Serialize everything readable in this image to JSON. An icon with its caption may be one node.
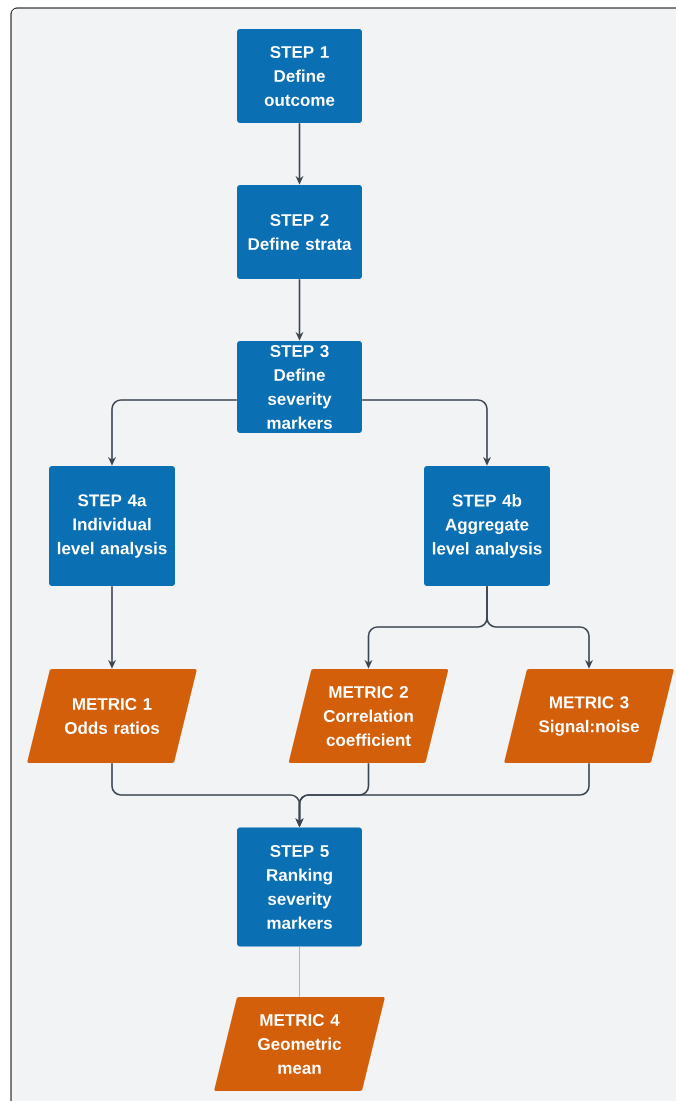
{
  "diagram": {
    "nodes": [
      {
        "text": [
          "STEP 1",
          "Define outcome"
        ]
      },
      {
        "text": [
          "STEP 2",
          "Define strata"
        ]
      },
      {
        "text": [
          "STEP 3",
          "Define severity markers"
        ]
      },
      {
        "text": [
          "STEP 4a",
          "Individual level analysis"
        ]
      },
      {
        "text": [
          "STEP 4b",
          "Aggregate level analysis"
        ]
      },
      {
        "text": [
          "METRIC 1",
          "Odds ratios"
        ]
      },
      {
        "text": [
          "METRIC 2",
          "Correlation coefficient"
        ]
      },
      {
        "text": [
          "METRIC 3",
          "Signal:noise"
        ]
      },
      {
        "text": [
          "STEP 5",
          "Ranking severity markers"
        ]
      },
      {
        "text": [
          "METRIC 4",
          "Geometric mean"
        ]
      }
    ],
    "edges": [
      {
        "from": 0,
        "to": 1,
        "arrow": "to"
      },
      {
        "from": 1,
        "to": 2,
        "arrow": "to"
      },
      {
        "from": 2,
        "to": 3,
        "arrow": "to"
      },
      {
        "from": 2,
        "to": 4,
        "arrow": "to"
      },
      {
        "from": 3,
        "to": 5,
        "arrow": "to"
      },
      {
        "from": 4,
        "to": 6,
        "arrow": "to"
      },
      {
        "from": 4,
        "to": 7,
        "arrow": "to"
      },
      {
        "from": 5,
        "to": 8,
        "arrow": "to"
      },
      {
        "from": 6,
        "to": 8,
        "arrow": "to"
      },
      {
        "from": 7,
        "to": 8,
        "arrow": "to"
      },
      {
        "from": 8,
        "to": 9,
        "arrow": "none",
        "color": "#a0a4aa"
      }
    ]
  }
}
